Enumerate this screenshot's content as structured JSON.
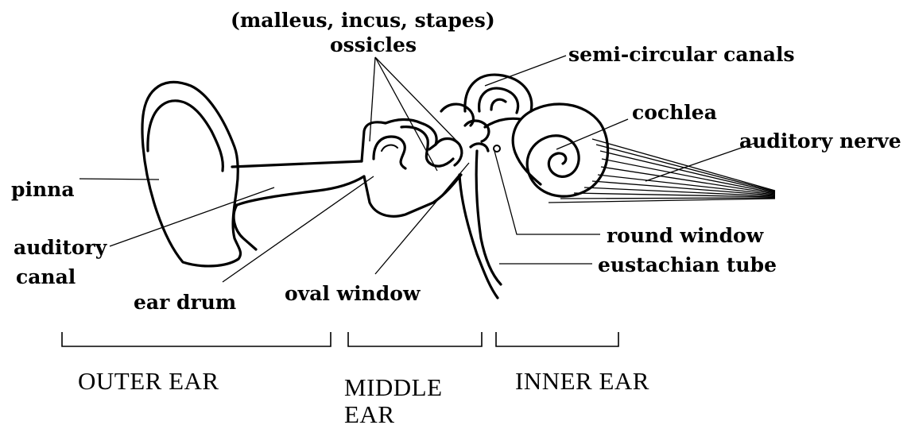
{
  "labels": {
    "ossicle_names": "(malleus, incus, stapes)",
    "ossicles": "ossicles",
    "semicircular_canals": "semi-circular canals",
    "cochlea": "cochlea",
    "auditory_nerve": "auditory nerve",
    "pinna": "pinna",
    "auditory": "auditory",
    "canal": "canal",
    "round_window": "round window",
    "eustachian_tube": "eustachian tube",
    "ear_drum": "ear drum",
    "oval_window": "oval window"
  },
  "sections": {
    "outer": "OUTER EAR",
    "middle_line1": "MIDDLE",
    "middle_line2": "EAR",
    "inner": "INNER EAR"
  }
}
